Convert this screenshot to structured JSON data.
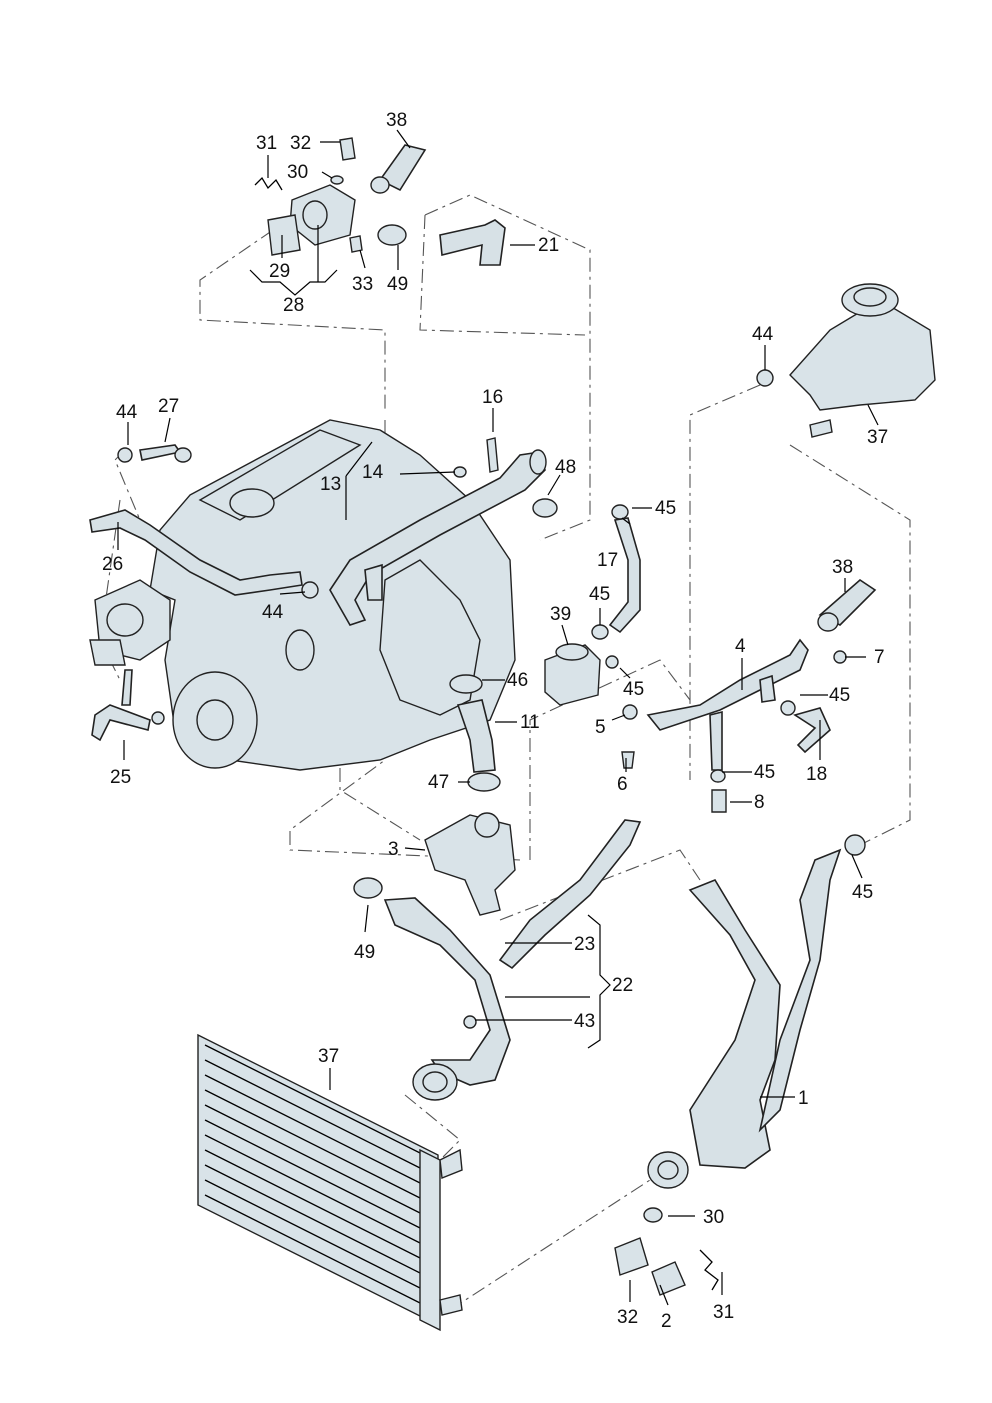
{
  "diagram": {
    "callouts": {
      "c1": "1",
      "c2": "2",
      "c3": "3",
      "c4": "4",
      "c5": "5",
      "c6": "6",
      "c7": "7",
      "c8": "8",
      "c11": "11",
      "c13": "13",
      "c14": "14",
      "c16": "16",
      "c17": "17",
      "c18": "18",
      "c21": "21",
      "c22": "22",
      "c23": "23",
      "c25": "25",
      "c26": "26",
      "c27": "27",
      "c28": "28",
      "c29": "29",
      "c30a": "30",
      "c30b": "30",
      "c31a": "31",
      "c31b": "31",
      "c32a": "32",
      "c32b": "32",
      "c33": "33",
      "c37a": "37",
      "c37b": "37",
      "c38a": "38",
      "c38b": "38",
      "c39": "39",
      "c43": "43",
      "c44a": "44",
      "c44b": "44",
      "c44c": "44",
      "c45a": "45",
      "c45b": "45",
      "c45c": "45",
      "c45d": "45",
      "c45e": "45",
      "c45f": "45",
      "c46": "46",
      "c47": "47",
      "c48": "48",
      "c49a": "49",
      "c49b": "49"
    }
  }
}
